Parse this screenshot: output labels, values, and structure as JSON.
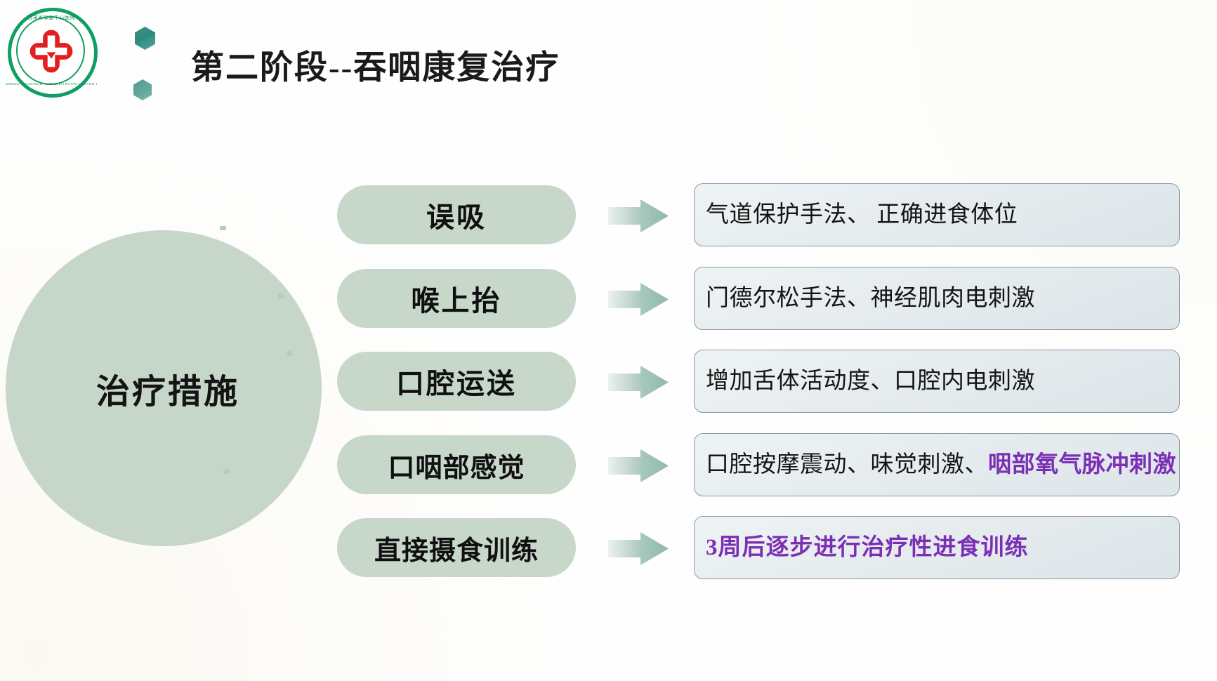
{
  "header": {
    "title": "第二阶段--吞咽康复治疗",
    "logo": {
      "name": "hospital-seal-logo",
      "arc_text_top": "甘肃省康复中心医院",
      "arc_text_bottom": "GANSU PROVINCE REHABILITATION CENTER HOSPITAL",
      "ring_color": "#109e62",
      "cross_color": "#e02020"
    },
    "hex_color": "#2e8b7e"
  },
  "circle": {
    "label": "治疗措施",
    "fill": "#c6d6c9"
  },
  "colors": {
    "pill_fill": "#c7d7ca",
    "box_fill": "#e6ecee",
    "box_border": "#8a99a8",
    "arrow_fill": "#8fb9ae",
    "accent_purple": "#7b2fb5"
  },
  "rows": [
    {
      "pill": "误吸",
      "arrow": "right-arrow-icon",
      "box_plain": "气道保护手法、 正确进食体位",
      "box_accent": "",
      "box_all_accent": false
    },
    {
      "pill": "喉上抬",
      "arrow": "right-arrow-icon",
      "box_plain": "门德尔松手法、神经肌肉电刺激",
      "box_accent": "",
      "box_all_accent": false
    },
    {
      "pill": "口腔运送",
      "arrow": "right-arrow-icon",
      "box_plain": "增加舌体活动度、口腔内电刺激",
      "box_accent": "",
      "box_all_accent": false
    },
    {
      "pill": "口咽部感觉",
      "arrow": "right-arrow-icon",
      "box_plain": "口腔按摩震动、味觉刺激、",
      "box_accent": "咽部氧气脉冲刺激",
      "box_all_accent": false
    },
    {
      "pill": "直接摄食训练",
      "arrow": "right-arrow-icon",
      "box_plain": "",
      "box_accent": "3周后逐步进行治疗性进食训练",
      "box_all_accent": true
    }
  ]
}
